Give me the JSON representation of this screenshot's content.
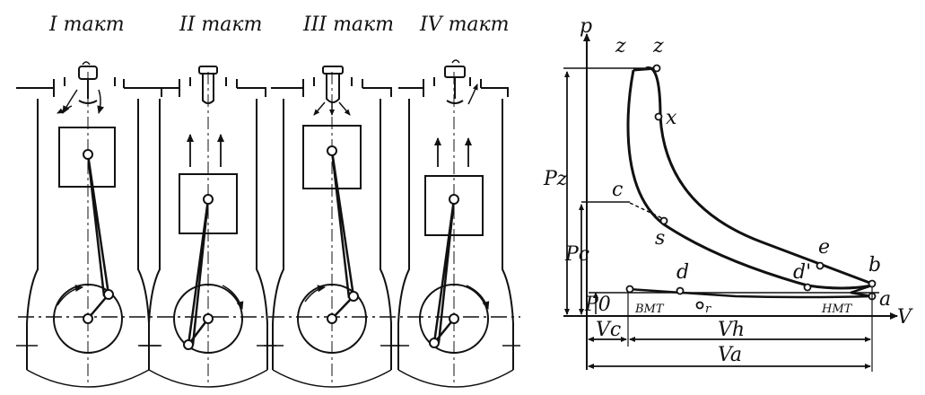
{
  "strokes": {
    "titles": [
      "I такт",
      "II такт",
      "III такт",
      "IV такт"
    ]
  },
  "pv_diagram": {
    "axes": {
      "y": "p",
      "x": "V"
    },
    "points": {
      "z1": "z",
      "z2": "z",
      "x": "x",
      "c": "c",
      "s": "s",
      "d": "d",
      "e": "e",
      "d_prime": "d'",
      "b": "b",
      "a": "a",
      "r": "r"
    },
    "dim_labels": {
      "pz": "Pz",
      "pc": "Pc",
      "p0": "P0",
      "vc": "Vc",
      "vh": "Vh",
      "va": "Va"
    },
    "dead_centers": {
      "top": "BMT",
      "bottom": "HMT"
    }
  },
  "colors": {
    "ink": "#111111",
    "paper": "#ffffff",
    "fill": "#ffffff"
  }
}
